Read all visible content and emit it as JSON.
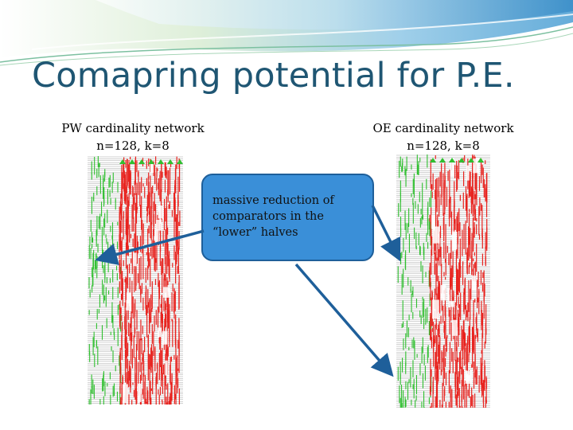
{
  "slide": {
    "title": "Comapring potential for P.E."
  },
  "left_network": {
    "label_line1": "PW cardinality network",
    "label_line2": "n=128, k=8"
  },
  "right_network": {
    "label_line1": "OE cardinality network",
    "label_line2": "n=128, k=8"
  },
  "callout": {
    "line1": "massive reduction of",
    "line2": "comparators in the",
    "line3": "“lower” halves"
  },
  "colors": {
    "title": "#1f5673",
    "callout_fill": "#3a8fd8",
    "arrow": "#1e5f9a",
    "comparator_red": "#e8231f",
    "comparator_green": "#2fbf2f"
  }
}
